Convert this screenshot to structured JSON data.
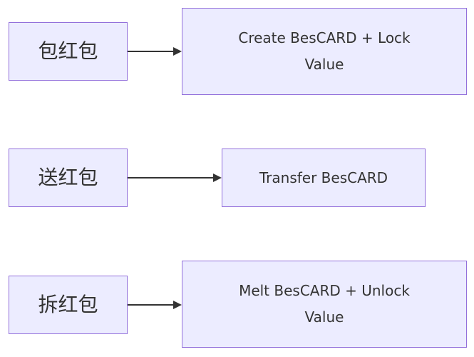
{
  "diagram": {
    "type": "flowchart-LR",
    "colors": {
      "background": "#FFFFFF",
      "node_fill": "#ECECFF",
      "node_border": "#9370DB",
      "text": "#333333",
      "arrow": "#333333"
    },
    "rows": [
      {
        "source": "包红包",
        "target": "Create BesCARD + Lock Value",
        "target_lines": [
          "Create BesCARD + Lock",
          "Value"
        ]
      },
      {
        "source": "送红包",
        "target": "Transfer BesCARD",
        "target_lines": [
          "Transfer BesCARD"
        ]
      },
      {
        "source": "拆红包",
        "target": "Melt BesCARD + Unlock Value",
        "target_lines": [
          "Melt BesCARD + Unlock",
          "Value"
        ]
      }
    ]
  }
}
